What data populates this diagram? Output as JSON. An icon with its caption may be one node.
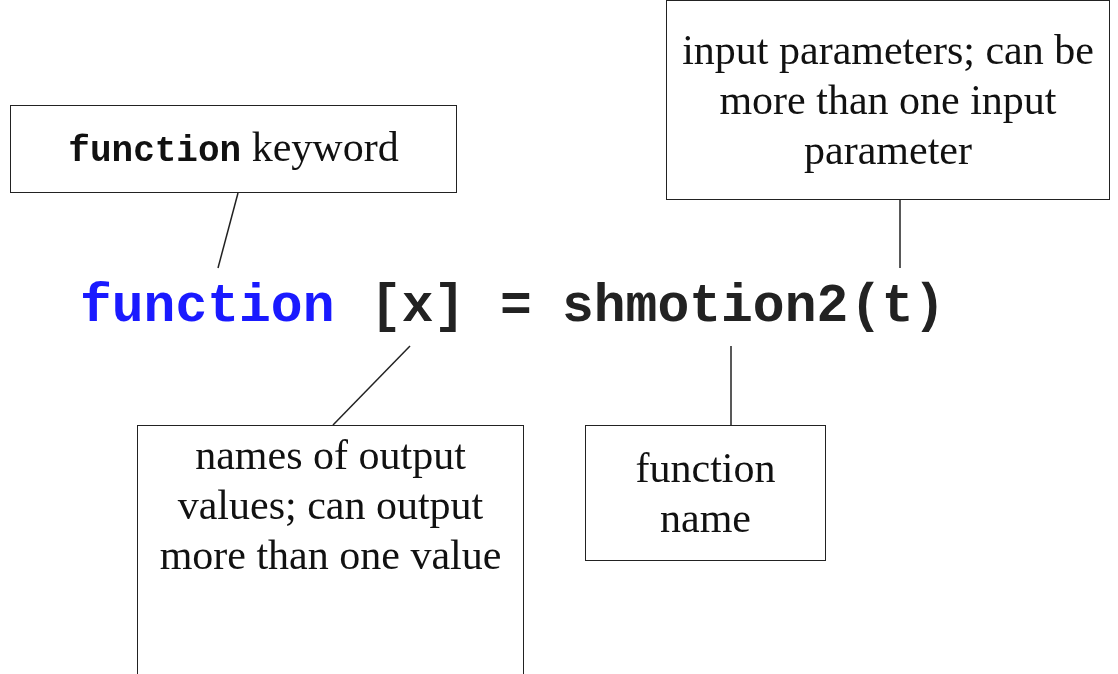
{
  "diagram": {
    "nodes": [
      {
        "text": [
          "**function** keyword"
        ]
      },
      {
        "text": [
          "input parameters; can be more than one input parameter"
        ]
      },
      {
        "text": [
          "function"
        ]
      },
      {
        "text": [
          "[x]"
        ]
      },
      {
        "text": [
          "shmotion2"
        ]
      },
      {
        "text": [
          "(t)"
        ]
      },
      {
        "text": [
          "names of output values; can output more than one value"
        ]
      },
      {
        "text": [
          "function name"
        ]
      }
    ],
    "edges": [
      {
        "from": 0,
        "to": 2,
        "arrow": "none"
      },
      {
        "from": 1,
        "to": 5,
        "arrow": "none"
      },
      {
        "from": 6,
        "to": 3,
        "arrow": "none"
      },
      {
        "from": 7,
        "to": 4,
        "arrow": "none"
      }
    ],
    "labels": [
      "="
    ]
  }
}
